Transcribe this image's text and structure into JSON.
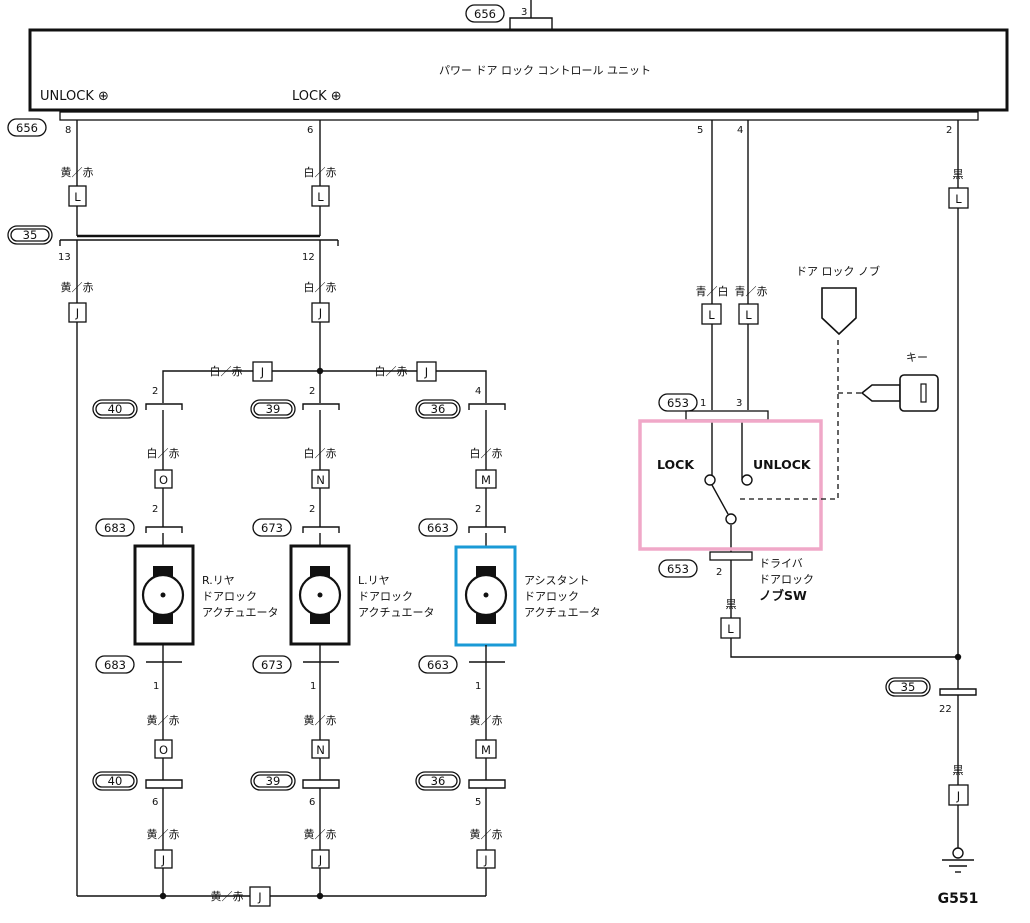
{
  "unit": {
    "title": "パワー ドア ロック コントロール ユニット",
    "unlock_label": "UNLOCK ⊕",
    "lock_label": "LOCK ⊕",
    "connector": "656",
    "top_pin": "3",
    "pins": {
      "p8": "8",
      "p6": "6",
      "p5": "5",
      "p4": "4",
      "p2": "2"
    }
  },
  "wires": {
    "yellow_red": "黄／赤",
    "white_red": "白／赤",
    "blue_white": "青／白",
    "blue_red": "青／赤",
    "black": "黒"
  },
  "junctions": {
    "L": "L",
    "J": "J",
    "O": "O",
    "N": "N",
    "M": "M"
  },
  "connectors": {
    "c35": "35",
    "c40": "40",
    "c39": "39",
    "c36": "36",
    "c683": "683",
    "c673": "673",
    "c663": "663",
    "c653": "653"
  },
  "pins": {
    "p13": "13",
    "p12": "12",
    "p2": "2",
    "p4": "4",
    "p1": "1",
    "p6": "6",
    "p5": "5",
    "p3": "3",
    "p22": "22"
  },
  "actuators": {
    "rear_right": [
      "R.リヤ",
      "ドアロック",
      "アクチュエータ"
    ],
    "rear_left": [
      "L.リヤ",
      "ドアロック",
      "アクチュエータ"
    ],
    "assistant": [
      "アシスタント",
      "ドアロック",
      "アクチュエータ"
    ]
  },
  "switch": {
    "lock": "LOCK",
    "unlock": "UNLOCK",
    "name": [
      "ドライバ",
      "ドアロック",
      "ノブSW"
    ]
  },
  "knob_label": "ドア ロック ノブ",
  "key_label": "キー",
  "ground": "G551",
  "colors": {
    "assistant_highlight": "#1a9ad6",
    "switch_highlight": "#f0a8c8"
  }
}
